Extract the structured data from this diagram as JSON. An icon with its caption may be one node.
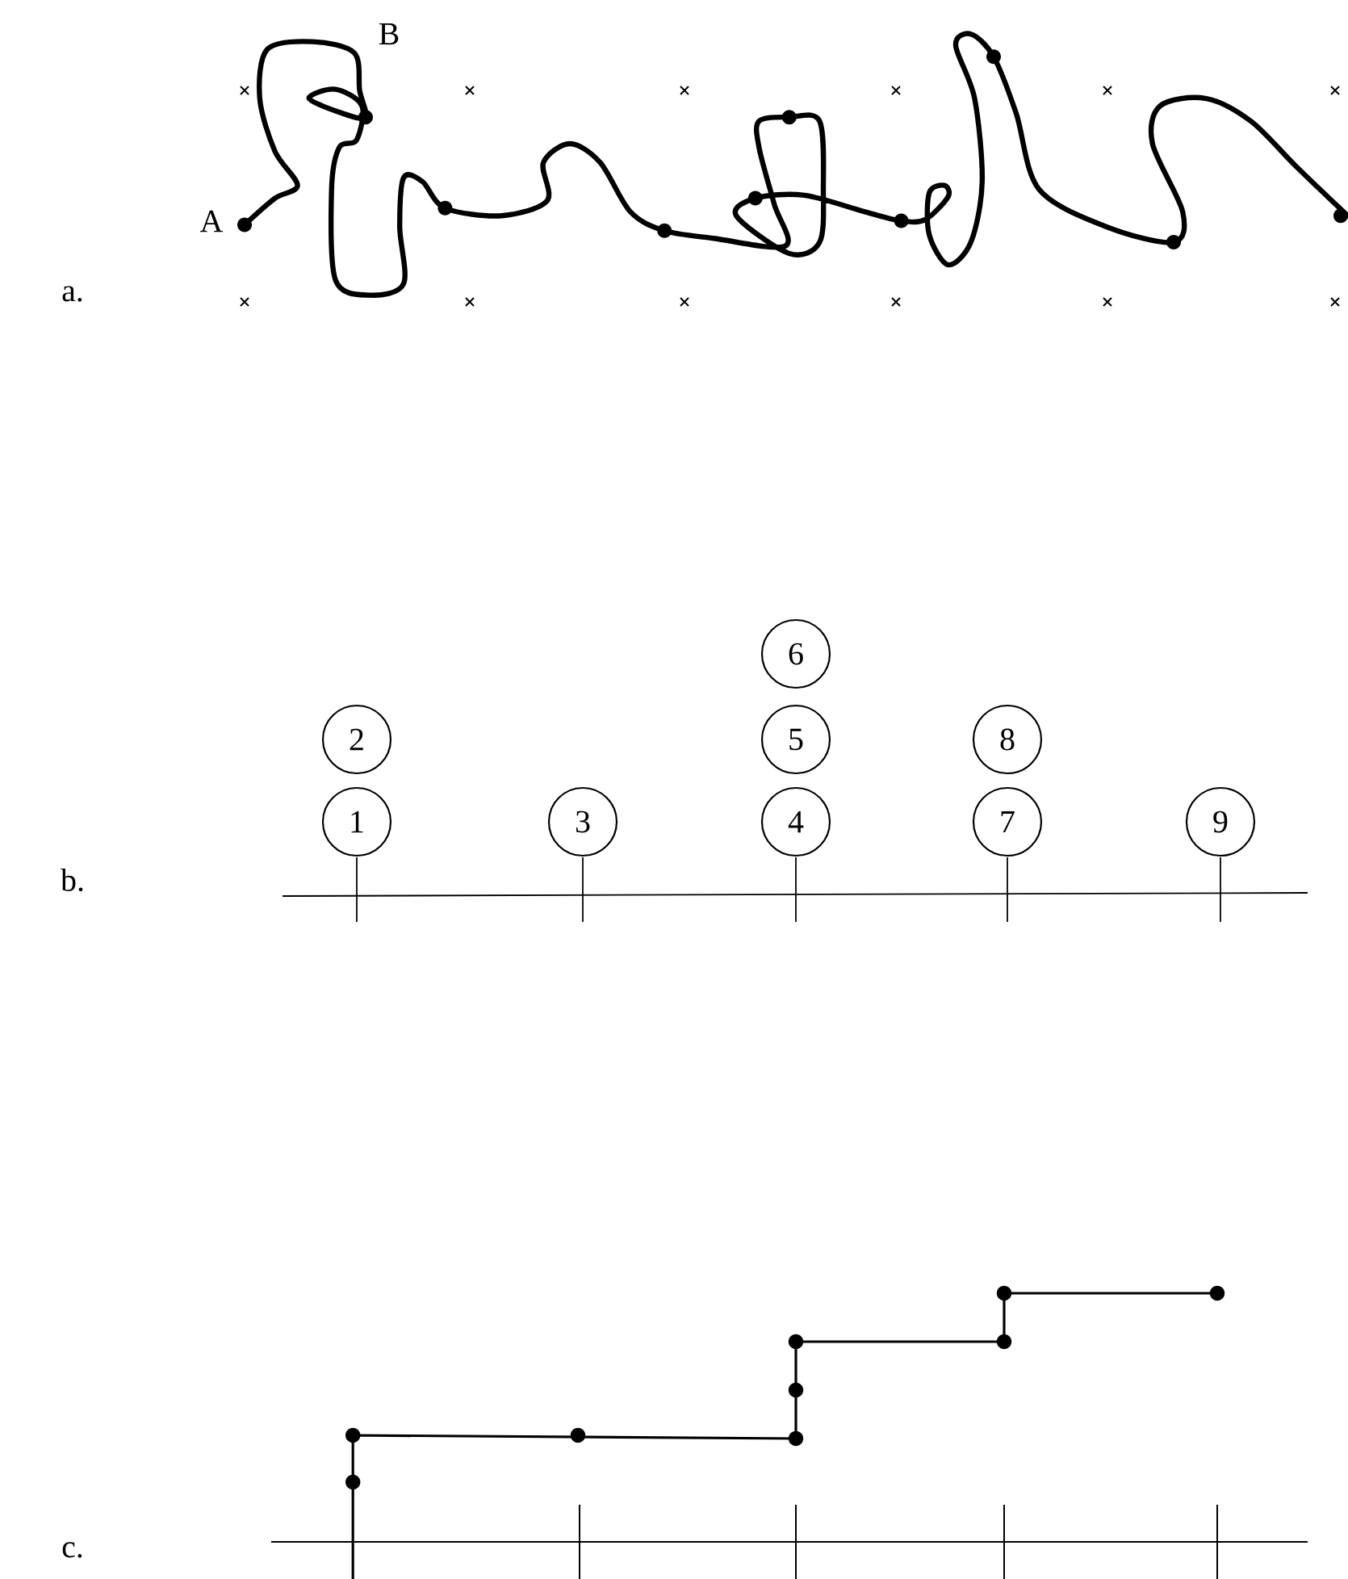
{
  "diagram": {
    "nodes": [
      {
        "text": [
          "6"
        ]
      },
      {
        "text": [
          "2"
        ]
      },
      {
        "text": [
          "5"
        ]
      },
      {
        "text": [
          "8"
        ]
      },
      {
        "text": [
          "1"
        ]
      },
      {
        "text": [
          "3"
        ]
      },
      {
        "text": [
          "4"
        ]
      },
      {
        "text": [
          "7"
        ]
      },
      {
        "text": [
          "9"
        ]
      }
    ],
    "labels": [
      "B",
      "A",
      "a.",
      "b.",
      "c."
    ]
  }
}
